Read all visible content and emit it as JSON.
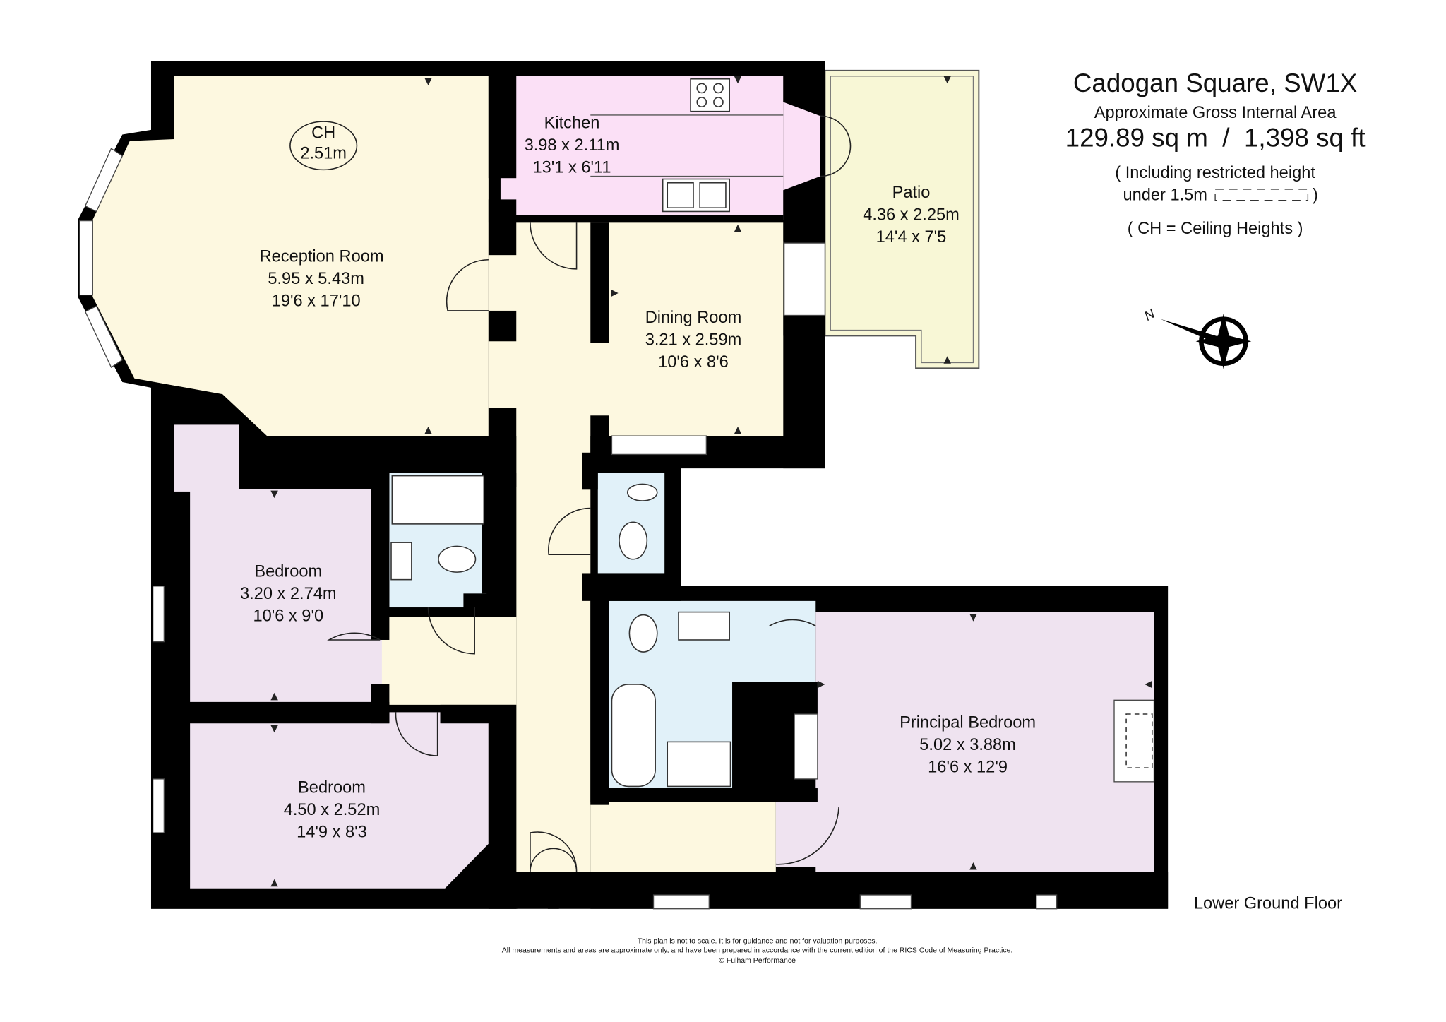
{
  "header": {
    "title": "Cadogan Square, SW1X",
    "subtitle": "Approximate Gross Internal Area",
    "area": "129.89 sq m  /  1,398 sq ft",
    "note_line1": "( Including restricted height",
    "note_line2": "under 1.5m",
    "note_close": ")",
    "ch_note": "( CH = Ceiling Heights )"
  },
  "rooms": {
    "reception": {
      "name": "Reception Room",
      "metric": "5.95 x 5.43m",
      "imperial": "19'6 x 17'10"
    },
    "kitchen": {
      "name": "Kitchen",
      "metric": "3.98 x 2.11m",
      "imperial": "13'1 x 6'11"
    },
    "patio": {
      "name": "Patio",
      "metric": "4.36 x 2.25m",
      "imperial": "14'4 x 7'5"
    },
    "dining": {
      "name": "Dining Room",
      "metric": "3.21 x 2.59m",
      "imperial": "10'6 x 8'6"
    },
    "bedroom1": {
      "name": "Bedroom",
      "metric": "3.20 x 2.74m",
      "imperial": "10'6 x 9'0"
    },
    "bedroom2": {
      "name": "Bedroom",
      "metric": "4.50 x 2.52m",
      "imperial": "14'9 x 8'3"
    },
    "principal": {
      "name": "Principal Bedroom",
      "metric": "5.02 x 3.88m",
      "imperial": "16'6 x 12'9"
    }
  },
  "ceiling_height": {
    "label": "CH",
    "value": "2.51m"
  },
  "compass": {
    "label": "N"
  },
  "floor_label": "Lower Ground Floor",
  "footer": {
    "line1": "This plan is not to scale. It is for guidance and not for valuation purposes.",
    "line2": "All measurements and areas are approximate only, and have been prepared in accordance with the current edition of the RICS Code of Measuring Practice.",
    "line3": "© Fulham Performance"
  },
  "colors": {
    "wall": "#000000",
    "living": "#fdf8e0",
    "kitchen": "#fbe0f6",
    "bedroom": "#efe3f0",
    "bathroom": "#e1f1f9",
    "patio": "#f8f7d6"
  }
}
